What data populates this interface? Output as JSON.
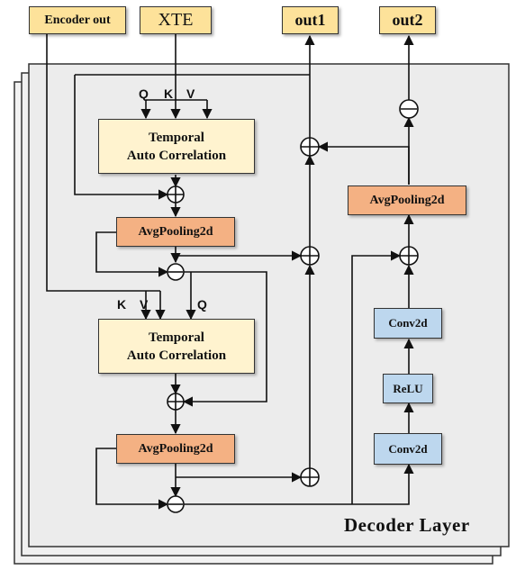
{
  "inputs": {
    "encoder_out": "Encoder out",
    "xte": "XTE"
  },
  "outputs": {
    "out1": "out1",
    "out2": "out2"
  },
  "blocks": {
    "temporal_ac_1": "Temporal\nAuto Correlation",
    "temporal_ac_2": "Temporal\nAuto Correlation",
    "avgpool_1": "AvgPooling2d",
    "avgpool_2": "AvgPooling2d",
    "avgpool_3": "AvgPooling2d",
    "conv2d_top": "Conv2d",
    "relu": "ReLU",
    "conv2d_bottom": "Conv2d"
  },
  "attention_labels": {
    "q1": "Q",
    "k1": "K",
    "v1": "V",
    "k2": "K",
    "v2": "V",
    "q2": "Q"
  },
  "layer_title": "Decoder Layer",
  "colors": {
    "io_box": "#fde29a",
    "attention_box": "#fff3cf",
    "pool_box": "#f4b183",
    "conv_box": "#bdd7ee",
    "layer_panel": "#ececec"
  }
}
